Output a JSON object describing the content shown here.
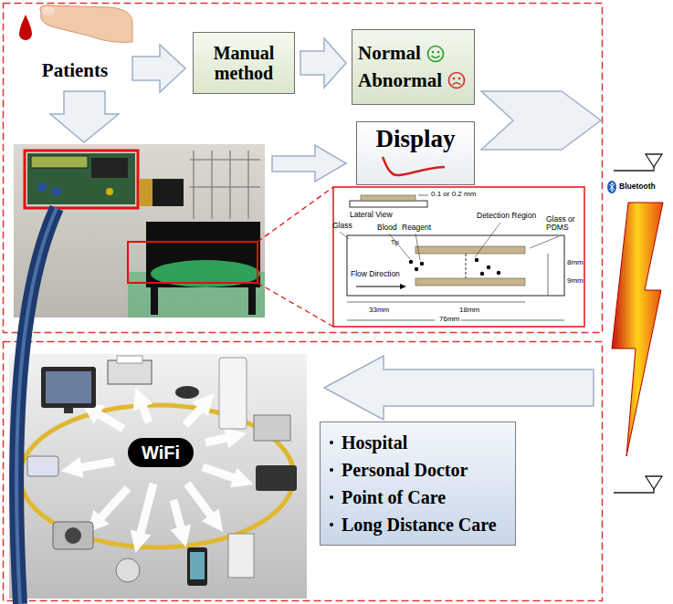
{
  "diagram": {
    "nodes": [
      {
        "text": [
          "Manual method"
        ]
      },
      {
        "text": [
          "Normal",
          "Abnormal"
        ]
      },
      {
        "text": [
          "Display"
        ]
      },
      {
        "text": [
          "Hospital",
          "Personal Doctor",
          "Point of Care",
          "Long Distance Care"
        ]
      }
    ],
    "edges": [
      {
        "from": 0,
        "to": 1,
        "arrow": "to"
      }
    ],
    "labels": [
      "Patients",
      "0.1 or 0.2 mm",
      "Lateral View",
      "Detection Region",
      "Glass",
      "Blood",
      "Reagent",
      "Tip",
      "Glass or PDMS",
      "Flow Direction",
      "8mm",
      "9mm",
      "33mm",
      "18mm",
      "76mm",
      "Bluetooth",
      "WiFi"
    ]
  }
}
